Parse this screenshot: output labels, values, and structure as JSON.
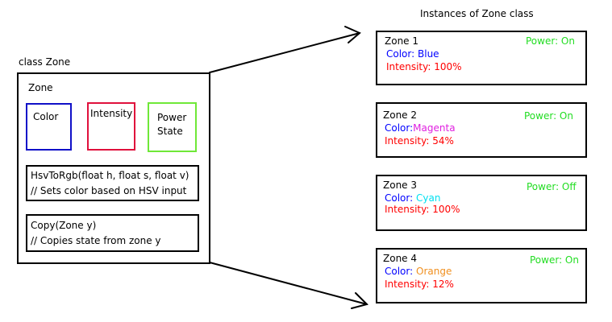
{
  "diagram": {
    "instances_title": "Instances of Zone class",
    "class_label": "class Zone",
    "class_box": {
      "title": "Zone",
      "fields": [
        {
          "label": "Color",
          "color": "#1010c8"
        },
        {
          "label": "Intensity",
          "color": "#e0103c"
        },
        {
          "label": "Power State",
          "line1": "Power",
          "line2": "State",
          "color": "#6fe838"
        }
      ],
      "methods": [
        {
          "signature": "HsvToRgb(float h, float s, float v)",
          "comment": "// Sets color based on HSV input"
        },
        {
          "signature": "Copy(Zone y)",
          "comment": "// Copies state from zone y"
        }
      ]
    },
    "instances": [
      {
        "name": "Zone 1",
        "color_label": "Color:",
        "color_value": "Blue",
        "color_hex": "#0000ff",
        "intensity_label": "Intensity:",
        "intensity_value": "100%",
        "power": "Power: On"
      },
      {
        "name": "Zone 2",
        "color_label": "Color:",
        "color_value": "Magenta",
        "color_hex": "#e020e0",
        "intensity_label": "Intensity:",
        "intensity_value": "54%",
        "power": "Power: On"
      },
      {
        "name": "Zone 3",
        "color_label": "Color:",
        "color_value": "Cyan",
        "color_hex": "#00e0f0",
        "intensity_label": "Intensity:",
        "intensity_value": "100%",
        "power": "Power: Off"
      },
      {
        "name": "Zone 4",
        "color_label": "Color:",
        "color_value": "Orange",
        "color_hex": "#f09020",
        "intensity_label": "Intensity:",
        "intensity_value": "12%",
        "power": "Power: On"
      }
    ],
    "colors": {
      "label_blue": "#0000ff",
      "intensity_red": "#ff0000",
      "power_green": "#22dd22"
    }
  }
}
